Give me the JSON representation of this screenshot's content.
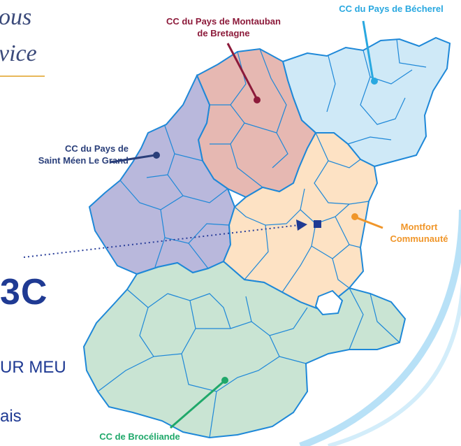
{
  "page_text": {
    "script_line_1": "ous",
    "script_line_2": "vice",
    "code": "3C",
    "line_meu": "UR MEU",
    "line_ais": "ais"
  },
  "map": {
    "regions": [
      {
        "id": "montauban",
        "label_lines": [
          "CC du Pays de Montauban",
          "de Bretagne"
        ],
        "fill": "#e6b8b2",
        "label_color": "#8c1a3a"
      },
      {
        "id": "becherel",
        "label_lines": [
          "CC du Pays de Bécherel"
        ],
        "fill": "#cfe9f7",
        "label_color": "#29a8e0"
      },
      {
        "id": "saint-meen",
        "label_lines": [
          "CC du Pays de",
          "Saint Méen Le Grand"
        ],
        "fill": "#b9b8dc",
        "label_color": "#2a3f7a"
      },
      {
        "id": "montfort",
        "label_lines": [
          "Montfort",
          "Communauté"
        ],
        "fill": "#fde2c4",
        "label_color": "#f0962a"
      },
      {
        "id": "broceliande",
        "label_lines": [
          "CC de Brocéliande"
        ],
        "fill": "#c9e4d3",
        "label_color": "#1fa86a"
      }
    ],
    "border_color": "#1e88d8",
    "seat_marker_color": "#1f3a93",
    "dotted_arrow_color": "#2a3f9a"
  }
}
